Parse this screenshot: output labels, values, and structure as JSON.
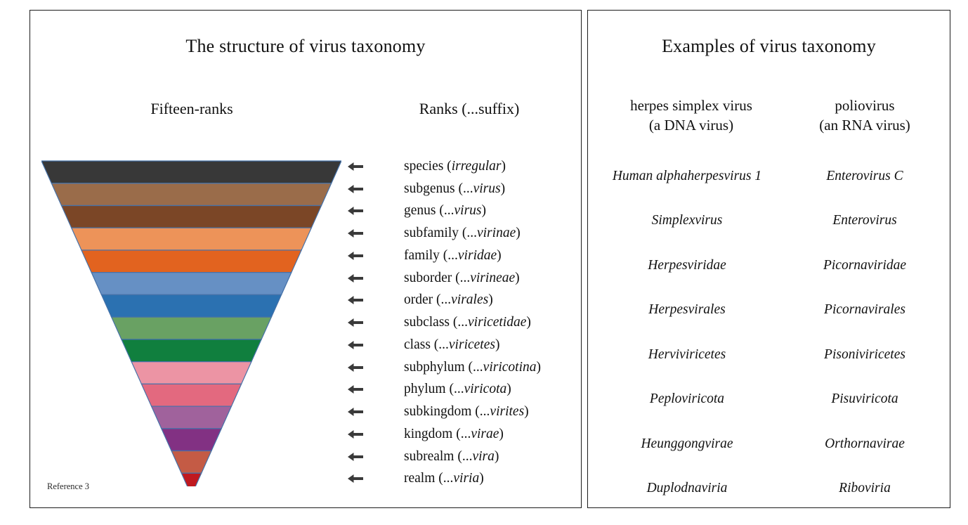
{
  "left_panel": {
    "title": "The structure of virus taxonomy",
    "column_headers": {
      "pyramid": "Fifteen-ranks",
      "ranks": "Ranks (...suffix)"
    },
    "reference_note": "Reference 3",
    "arrow_icon": "arrow-left-icon"
  },
  "right_panel": {
    "title": "Examples of virus taxonomy",
    "columns": [
      {
        "name": "herpes simplex virus",
        "note": "(a DNA virus)"
      },
      {
        "name": "poliovirus",
        "note": "(an RNA virus)"
      }
    ]
  },
  "chart_data": {
    "type": "bar",
    "title": "The structure of virus taxonomy",
    "orientation": "inverted-pyramid",
    "xlabel": "",
    "ylabel": "",
    "categories": [
      "species",
      "subgenus",
      "genus",
      "subfamily",
      "family",
      "suborder",
      "order",
      "subclass",
      "class",
      "subphylum",
      "phylum",
      "subkingdom",
      "kingdom",
      "subrealm",
      "realm"
    ],
    "values": [
      15,
      14,
      13,
      12,
      11,
      10,
      9,
      8,
      7,
      6,
      5,
      4,
      3,
      2,
      1
    ],
    "band_colors": [
      "#383838",
      "#9a6c4a",
      "#7b4626",
      "#ed9359",
      "#e2631f",
      "#6690c4",
      "#2b71b1",
      "#69a163",
      "#107f3e",
      "#ec94a4",
      "#e3697f",
      "#a0629c",
      "#823183",
      "#c45b45",
      "#c0191f"
    ],
    "band_outline_color": "#4571a8",
    "grid": false,
    "legend": "none"
  },
  "ranks": [
    {
      "name": "species",
      "suffix": "irregular",
      "italic_prefix": "",
      "color": "#383838"
    },
    {
      "name": "subgenus",
      "suffix": "virus",
      "italic_prefix": "...",
      "color": "#9a6c4a"
    },
    {
      "name": "genus",
      "suffix": "virus",
      "italic_prefix": "...",
      "color": "#7b4626"
    },
    {
      "name": "subfamily",
      "suffix": "virinae",
      "italic_prefix": "...",
      "color": "#ed9359"
    },
    {
      "name": "family",
      "suffix": "viridae",
      "italic_prefix": "...",
      "color": "#e2631f"
    },
    {
      "name": "suborder",
      "suffix": "virineae",
      "italic_prefix": "...",
      "color": "#6690c4"
    },
    {
      "name": "order",
      "suffix": "virales",
      "italic_prefix": "...",
      "color": "#2b71b1"
    },
    {
      "name": "subclass",
      "suffix": "viricetidae",
      "italic_prefix": "...",
      "color": "#69a163"
    },
    {
      "name": "class",
      "suffix": "viricetes",
      "italic_prefix": "...",
      "color": "#107f3e"
    },
    {
      "name": "subphylum",
      "suffix": "viricotina",
      "italic_prefix": "...",
      "color": "#ec94a4"
    },
    {
      "name": "phylum",
      "suffix": "viricota",
      "italic_prefix": "...",
      "color": "#e3697f"
    },
    {
      "name": "subkingdom",
      "suffix": "virites",
      "italic_prefix": "...",
      "color": "#a0629c"
    },
    {
      "name": "kingdom",
      "suffix": "virae",
      "italic_prefix": "...",
      "color": "#823183"
    },
    {
      "name": "subrealm",
      "suffix": "vira",
      "italic_prefix": "...",
      "color": "#c45b45"
    },
    {
      "name": "realm",
      "suffix": "viria",
      "italic_prefix": "...",
      "color": "#c0191f"
    }
  ],
  "examples": [
    {
      "hsv": "Human alphaherpesvirus 1",
      "polio": "Enterovirus C"
    },
    {
      "hsv": "Simplexvirus",
      "polio": "Enterovirus"
    },
    {
      "hsv": "Herpesviridae",
      "polio": "Picornaviridae"
    },
    {
      "hsv": "Herpesvirales",
      "polio": "Picornavirales"
    },
    {
      "hsv": "Herviviricetes",
      "polio": "Pisoniviricetes"
    },
    {
      "hsv": "Peploviricota",
      "polio": "Pisuviricota"
    },
    {
      "hsv": "Heunggongvirae",
      "polio": "Orthornavirae"
    },
    {
      "hsv": "Duplodnaviria",
      "polio": "Riboviria"
    }
  ]
}
